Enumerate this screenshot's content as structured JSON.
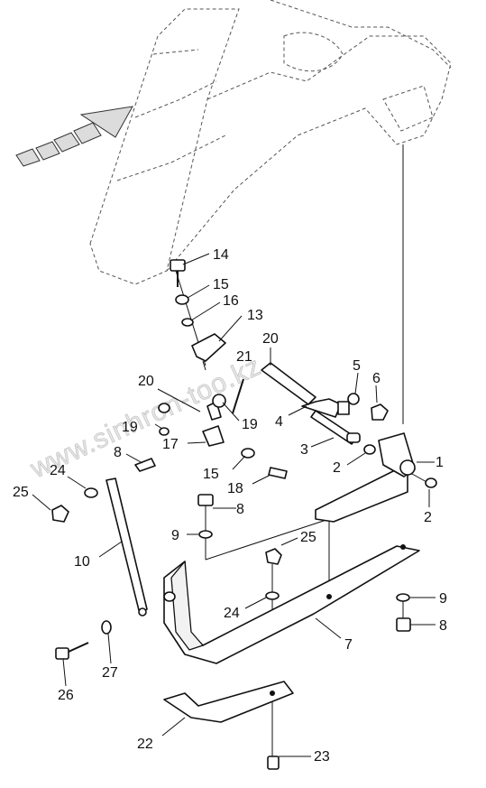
{
  "watermark": "www.sinhron-too.kz",
  "callouts": [
    {
      "id": "c1",
      "text": "1"
    },
    {
      "id": "c2a",
      "text": "2"
    },
    {
      "id": "c2b",
      "text": "2"
    },
    {
      "id": "c3",
      "text": "3"
    },
    {
      "id": "c4",
      "text": "4"
    },
    {
      "id": "c5",
      "text": "5"
    },
    {
      "id": "c6",
      "text": "6"
    },
    {
      "id": "c7",
      "text": "7"
    },
    {
      "id": "c8a",
      "text": "8"
    },
    {
      "id": "c8b",
      "text": "8"
    },
    {
      "id": "c8c",
      "text": "8"
    },
    {
      "id": "c9a",
      "text": "9"
    },
    {
      "id": "c9b",
      "text": "9"
    },
    {
      "id": "c10",
      "text": "10"
    },
    {
      "id": "c13",
      "text": "13"
    },
    {
      "id": "c14",
      "text": "14"
    },
    {
      "id": "c15a",
      "text": "15"
    },
    {
      "id": "c15b",
      "text": "15"
    },
    {
      "id": "c16",
      "text": "16"
    },
    {
      "id": "c17",
      "text": "17"
    },
    {
      "id": "c18",
      "text": "18"
    },
    {
      "id": "c19a",
      "text": "19"
    },
    {
      "id": "c19b",
      "text": "19"
    },
    {
      "id": "c20a",
      "text": "20"
    },
    {
      "id": "c20b",
      "text": "20"
    },
    {
      "id": "c21",
      "text": "21"
    },
    {
      "id": "c22",
      "text": "22"
    },
    {
      "id": "c23",
      "text": "23"
    },
    {
      "id": "c24a",
      "text": "24"
    },
    {
      "id": "c24b",
      "text": "24"
    },
    {
      "id": "c25a",
      "text": "25"
    },
    {
      "id": "c25b",
      "text": "25"
    },
    {
      "id": "c26",
      "text": "26"
    },
    {
      "id": "c27",
      "text": "27"
    }
  ]
}
